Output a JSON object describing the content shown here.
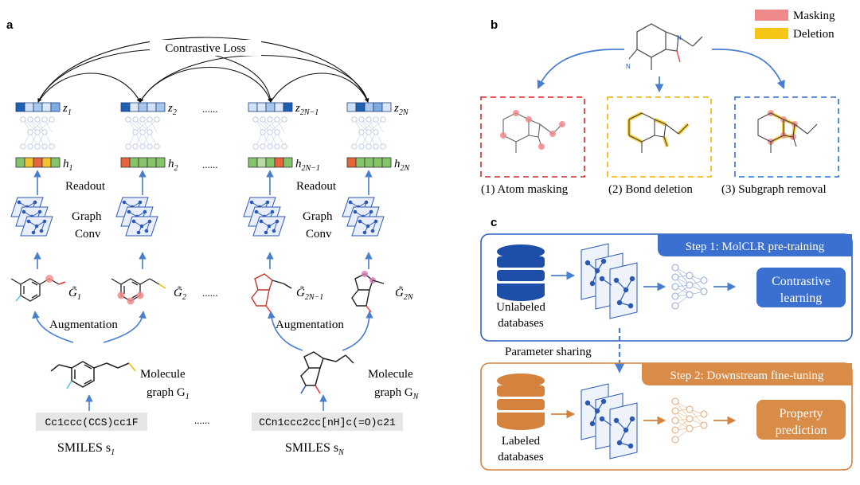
{
  "panel_a": {
    "letter": "a",
    "contrastive_loss": "Contrastive Loss",
    "columns": [
      {
        "z": "z",
        "z_sub": "1",
        "h": "h",
        "h_sub": "1",
        "g": "G̃",
        "g_sub": "1"
      },
      {
        "z": "z",
        "z_sub": "2",
        "h": "h",
        "h_sub": "2",
        "g": "G̃",
        "g_sub": "2"
      },
      {
        "z": "z",
        "z_sub": "2N−1",
        "h": "h",
        "h_sub": "2N−1",
        "g": "G̃",
        "g_sub": "2N−1"
      },
      {
        "z": "z",
        "z_sub": "2N",
        "h": "h",
        "h_sub": "2N",
        "g": "G̃",
        "g_sub": "2N"
      }
    ],
    "ellipsis": "......",
    "readout": "Readout",
    "graph_conv_1": "Graph",
    "graph_conv_2": "Conv",
    "augmentation": "Augmentation",
    "molecule_graph_1": "Molecule",
    "molecule_graph_2a": "graph G",
    "molecule_graph_sub_a": "1",
    "molecule_graph_2b": "graph G",
    "molecule_graph_sub_b": "N",
    "smiles_1": "Cc1ccc(CCS)cc1F",
    "smiles_n": "CCn1ccc2cc[nH]c(=O)c21",
    "smiles_label": "SMILES s",
    "smiles_sub_1": "1",
    "smiles_sub_n": "N"
  },
  "panel_b": {
    "letter": "b",
    "legend": [
      {
        "label": "Masking",
        "color": "#f08a8a"
      },
      {
        "label": "Deletion",
        "color": "#f5c518"
      }
    ],
    "captions": [
      "(1) Atom masking",
      "(2) Bond deletion",
      "(3) Subgraph removal"
    ],
    "box_colors": [
      "#d62728",
      "#f2b200",
      "#2f6fd0"
    ]
  },
  "panel_c": {
    "letter": "c",
    "step1": "Step 1: MolCLR pre-training",
    "step2": "Step 2: Downstream fine-tuning",
    "unlabeled_1": "Unlabeled",
    "unlabeled_2": "databases",
    "labeled_1": "Labeled",
    "labeled_2": "databases",
    "contrastive_1": "Contrastive",
    "contrastive_2": "learning",
    "property_1": "Property",
    "property_2": "prediction",
    "parameter_sharing": "Parameter sharing",
    "colors": {
      "blue": "#2f5fbf",
      "orange": "#d4823e"
    }
  }
}
